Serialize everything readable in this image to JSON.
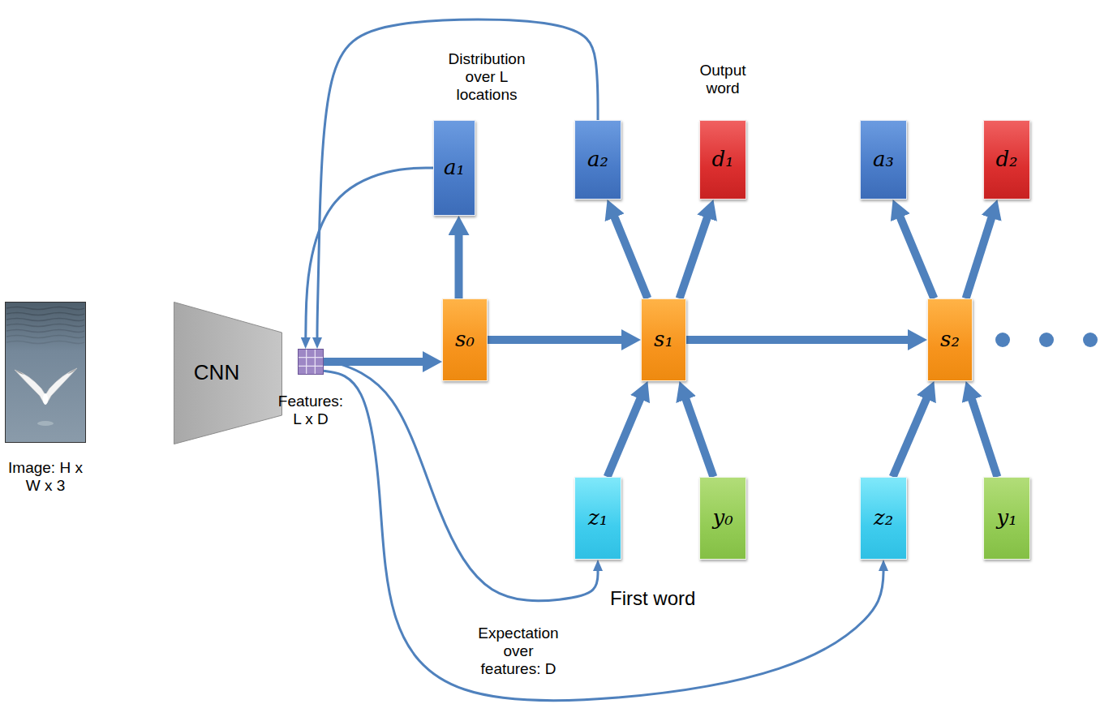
{
  "diagram": {
    "nodes": [
      {
        "text": [
          "Image: H x W x 3"
        ]
      },
      {
        "text": [
          "CNN"
        ]
      },
      {
        "text": [
          "Features: L x D"
        ]
      },
      {
        "text": [
          "a₁"
        ]
      },
      {
        "text": [
          "a₂"
        ]
      },
      {
        "text": [
          "d₁"
        ]
      },
      {
        "text": [
          "a₃"
        ]
      },
      {
        "text": [
          "d₂"
        ]
      },
      {
        "text": [
          "s₀"
        ]
      },
      {
        "text": [
          "s₁"
        ]
      },
      {
        "text": [
          "s₂"
        ]
      },
      {
        "text": [
          "z₁"
        ]
      },
      {
        "text": [
          "y₀"
        ]
      },
      {
        "text": [
          "z₂"
        ]
      },
      {
        "text": [
          "y₁"
        ]
      }
    ],
    "edges": [
      {
        "from": 2,
        "to": 8,
        "arrow": "to"
      },
      {
        "from": 8,
        "to": 3,
        "arrow": "to"
      },
      {
        "from": 8,
        "to": 9,
        "arrow": "to"
      },
      {
        "from": 9,
        "to": 10,
        "arrow": "to"
      },
      {
        "from": 9,
        "to": 4,
        "arrow": "to"
      },
      {
        "from": 9,
        "to": 5,
        "arrow": "to"
      },
      {
        "from": 10,
        "to": 6,
        "arrow": "to"
      },
      {
        "from": 10,
        "to": 7,
        "arrow": "to"
      },
      {
        "from": 11,
        "to": 9,
        "arrow": "to"
      },
      {
        "from": 12,
        "to": 9,
        "arrow": "to"
      },
      {
        "from": 13,
        "to": 10,
        "arrow": "to"
      },
      {
        "from": 14,
        "to": 10,
        "arrow": "to"
      },
      {
        "from": 3,
        "to": 2,
        "arrow": "to"
      },
      {
        "from": 4,
        "to": 2,
        "arrow": "to"
      },
      {
        "from": 2,
        "to": 11,
        "arrow": "to"
      },
      {
        "from": 2,
        "to": 13,
        "arrow": "to"
      }
    ],
    "labels": [
      "Distribution over L locations",
      "Output word",
      "First word",
      "Expectation over features: D"
    ]
  }
}
